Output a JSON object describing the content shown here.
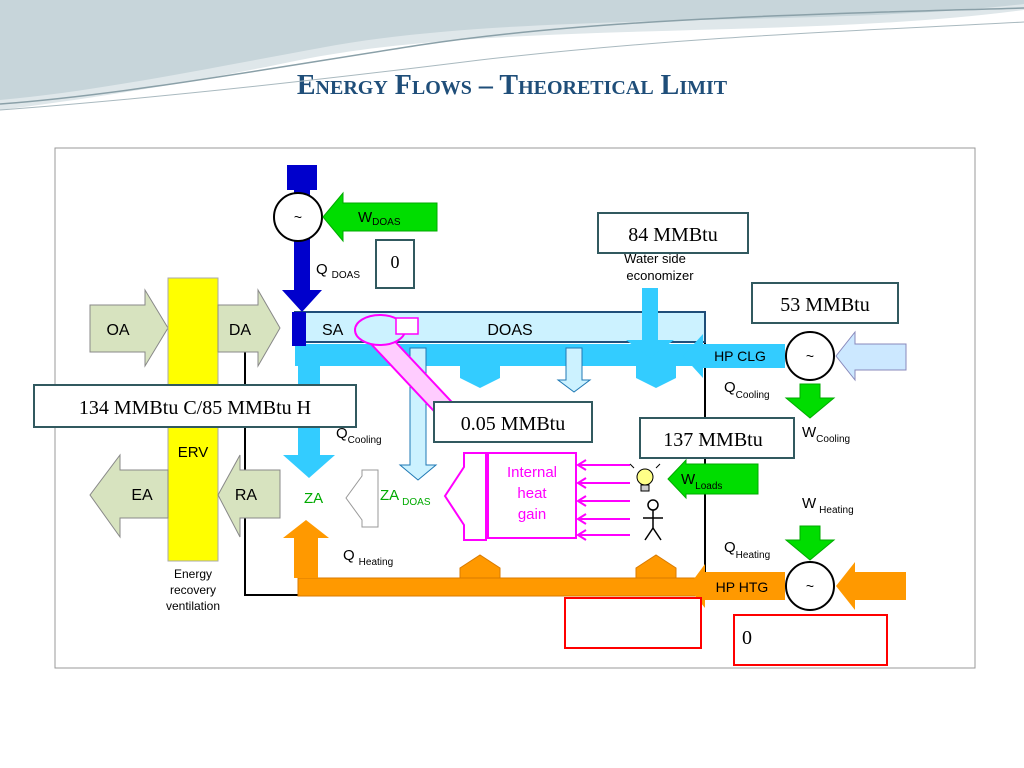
{
  "title": "Energy Flows – Theoretical Limit",
  "labels": {
    "oa": "OA",
    "da": "DA",
    "sa": "SA",
    "doas": "DOAS",
    "ea": "EA",
    "ra": "RA",
    "erv": "ERV",
    "erv_caption": [
      "Energy",
      "recovery",
      "ventilation"
    ],
    "za": "ZA",
    "za_doas_main": "ZA",
    "za_doas_sub": "DOAS",
    "internal_gain": [
      "Internal",
      "heat",
      "gain"
    ],
    "hp_clg": "HP CLG",
    "hp_htg": "HP HTG",
    "water_side_econ": [
      "Water side",
      "economizer"
    ],
    "tilde": "~",
    "w_doas_main": "W",
    "w_doas_sub": "DOAS",
    "q_doas_main": "Q",
    "q_doas_sub": "DOAS",
    "q_cooling_main": "Q",
    "q_cooling_sub": "Cooling",
    "q_cooling2_main": "Q",
    "q_cooling2_sub": "Cooling",
    "w_cooling_main": "W",
    "w_cooling_sub": "Cooling",
    "w_loads_main": "W",
    "w_loads_sub": "Loads",
    "w_heating_main": "W",
    "w_heating_sub": "Heating",
    "q_heating_main": "Q",
    "q_heating_sub": "Heating",
    "q_heating2_main": "Q",
    "q_heating2_sub": "Heating"
  },
  "values": {
    "econ": "84 MMBtu",
    "q_doas": "0",
    "hp_clg": "53 MMBtu",
    "erv": "134 MMBtu C/85 MMBtu H",
    "internal": "0.05 MMBtu",
    "w_loads": "137 MMBtu",
    "hp_htg_left": "",
    "hp_htg_right": "0"
  },
  "colors": {
    "title": "#1f4e79",
    "duct_blue": "#66ccff",
    "dark_blue": "#0000cc",
    "green": "#00dd00",
    "orange": "#ff9900",
    "yellow": "#ffff00",
    "magenta": "#ff00ff",
    "gray_arrow": "#d7e3bf",
    "value_box_border": "#31595f",
    "red_box": "#ff0000"
  }
}
